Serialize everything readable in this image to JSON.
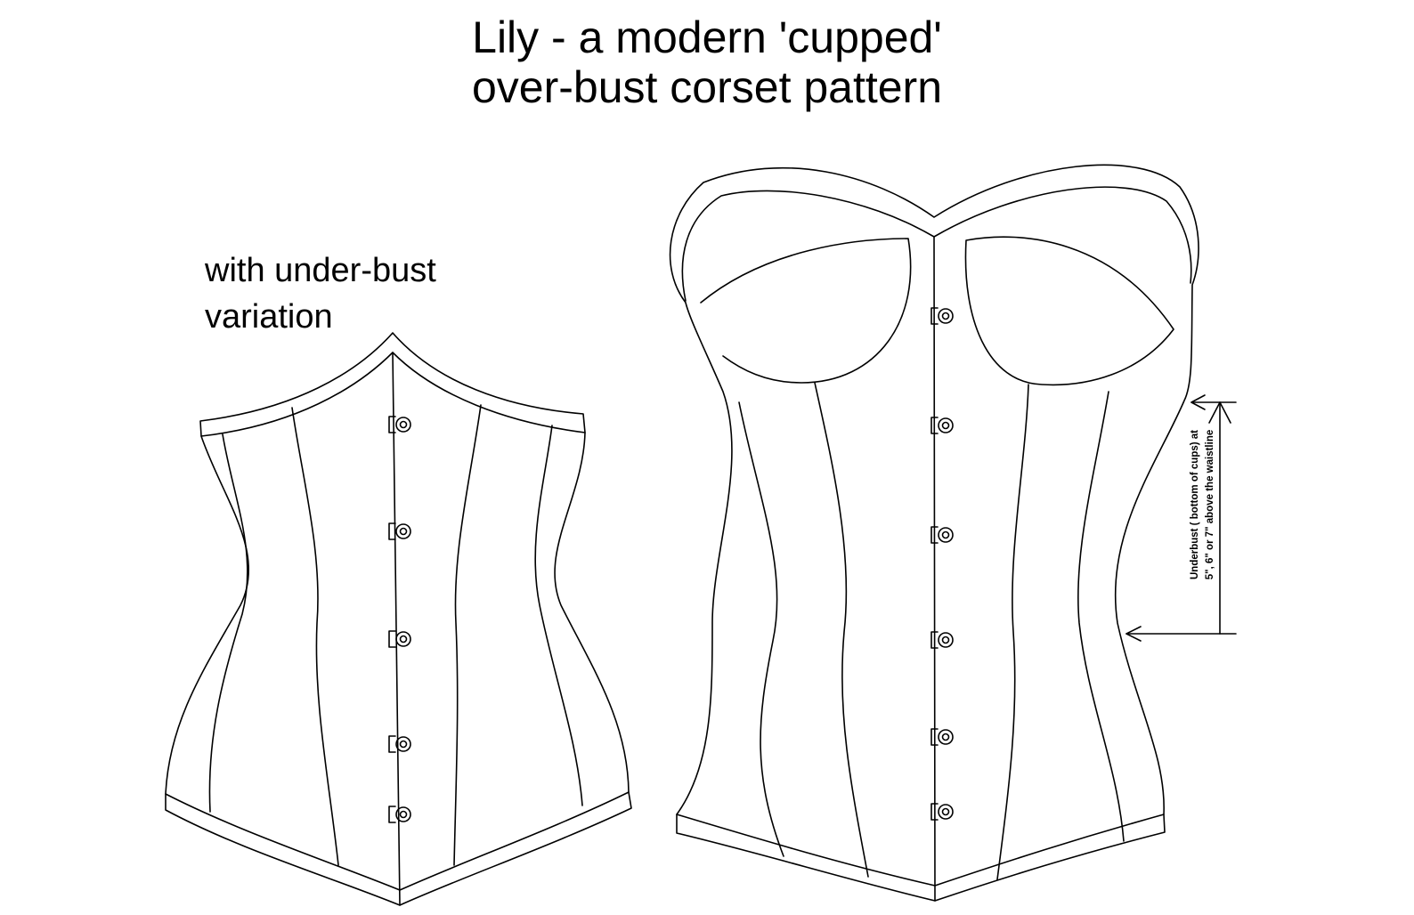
{
  "title": {
    "line1": "Lily - a modern 'cupped'",
    "line2": "over-bust corset pattern"
  },
  "underbust_label": {
    "line1": "with under-bust",
    "line2": "variation"
  },
  "annotation": {
    "line1": "Underbust ( bottom of cups) at",
    "line2": "5\", 6\" or 7\" above the waistline"
  },
  "colors": {
    "line": "#000000",
    "background": "#ffffff"
  }
}
